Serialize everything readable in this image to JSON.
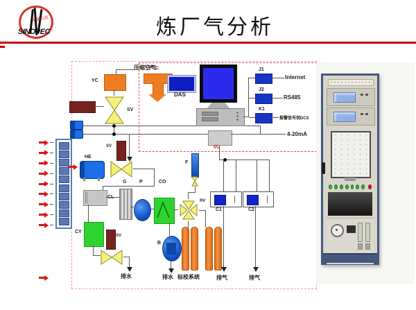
{
  "header": {
    "title": "炼厂气分析",
    "logo": {
      "brand": "SINOPEC",
      "brand_cn": "中国石化"
    }
  },
  "labels": {
    "compressed_air": "压缩空气",
    "yc": "YC",
    "sv": "SV",
    "he": "HE",
    "cl": "CL",
    "cy": "CY",
    "g": "G",
    "p": "P",
    "co": "CO",
    "rv": "RV",
    "f": "F",
    "b": "B",
    "plc": "PLC",
    "das": "DAS",
    "io": "I/O",
    "j1": "J1",
    "j2": "J2",
    "k1": "K1",
    "internet": "Internet",
    "rs485": "RS485",
    "dcs": "报警信号到DCS",
    "ma420": "4-20mA",
    "c1": "C1",
    "c2": "C2",
    "drain": "排水",
    "calibration": "标校系统",
    "vent": "排气"
  },
  "counts": {
    "manifold_ports": 10,
    "inlet_arrows": 9,
    "gas_cylinders": 4,
    "cabinet_green_indicators": 7,
    "cabinet_red_indicators": 1
  },
  "colors": {
    "accent_red": "#cc0000",
    "orange": "#ee7d22",
    "valve_yellow": "#f4f07c",
    "pipe_blue": "#1b6fe8",
    "navy": "#1736c4",
    "dark_red": "#76231f",
    "green": "#2fd32f",
    "arrow_red": "#d91616",
    "cabinet_frame": "#46587e"
  }
}
